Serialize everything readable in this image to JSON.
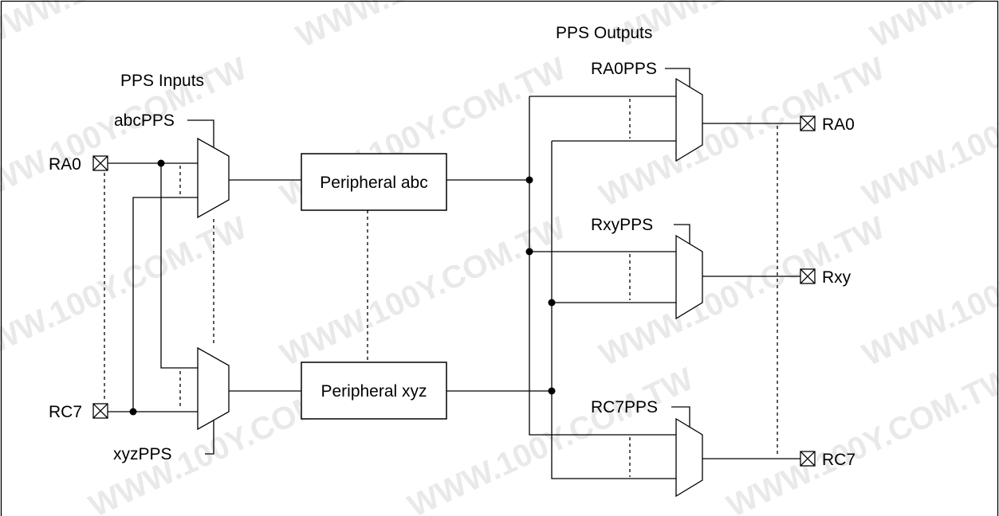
{
  "inputs_title": "PPS Inputs",
  "outputs_title": "PPS Outputs",
  "input_pins": [
    "RA0",
    "RC7"
  ],
  "input_selects": [
    "abcPPS",
    "xyzPPS"
  ],
  "peripherals": [
    "Peripheral abc",
    "Peripheral xyz"
  ],
  "output_selects": [
    "RA0PPS",
    "RxyPPS",
    "RC7PPS"
  ],
  "output_pins": [
    "RA0",
    "Rxy",
    "RC7"
  ],
  "watermark": "WWW.100Y.COM.TW",
  "colors": {
    "line": "#000000",
    "background": "#ffffff",
    "watermark": "#e9e9e9"
  }
}
